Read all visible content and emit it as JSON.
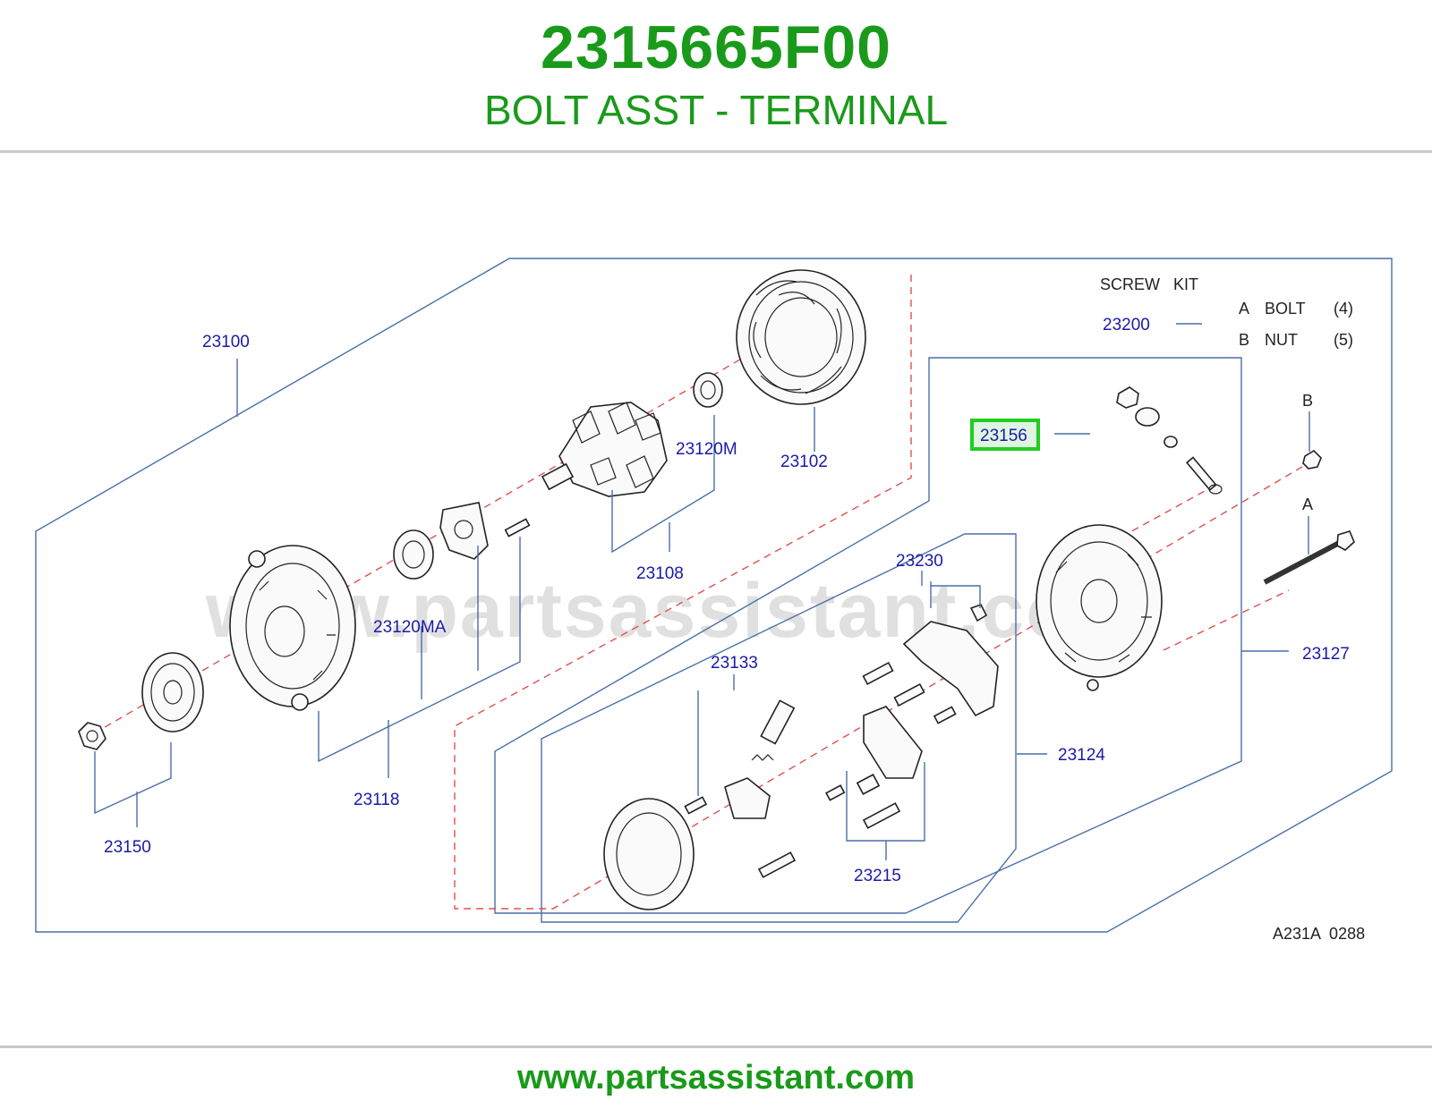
{
  "header": {
    "part_number": "2315665F00",
    "part_name": "BOLT ASST - TERMINAL"
  },
  "footer": {
    "url": "www.partsassistant.com"
  },
  "watermark": "www.partsassistant.com",
  "diagram": {
    "code": "A231A  0288",
    "labels": {
      "p23100": "23100",
      "p23102": "23102",
      "p23120M": "23120M",
      "p23108": "23108",
      "p23120MA": "23120MA",
      "p23118": "23118",
      "p23150": "23150",
      "p23133": "23133",
      "p23230": "23230",
      "p23215": "23215",
      "p23124": "23124",
      "p23127": "23127",
      "p23156": "23156",
      "p23200": "23200"
    },
    "screw_kit": {
      "title": "SCREW   KIT",
      "rows": [
        {
          "key": "A",
          "name": "BOLT",
          "qty": "(4)"
        },
        {
          "key": "B",
          "name": "NUT",
          "qty": "(5)"
        }
      ]
    },
    "callout_a": "A",
    "callout_b": "B",
    "highlight_color": "#22cc22"
  }
}
